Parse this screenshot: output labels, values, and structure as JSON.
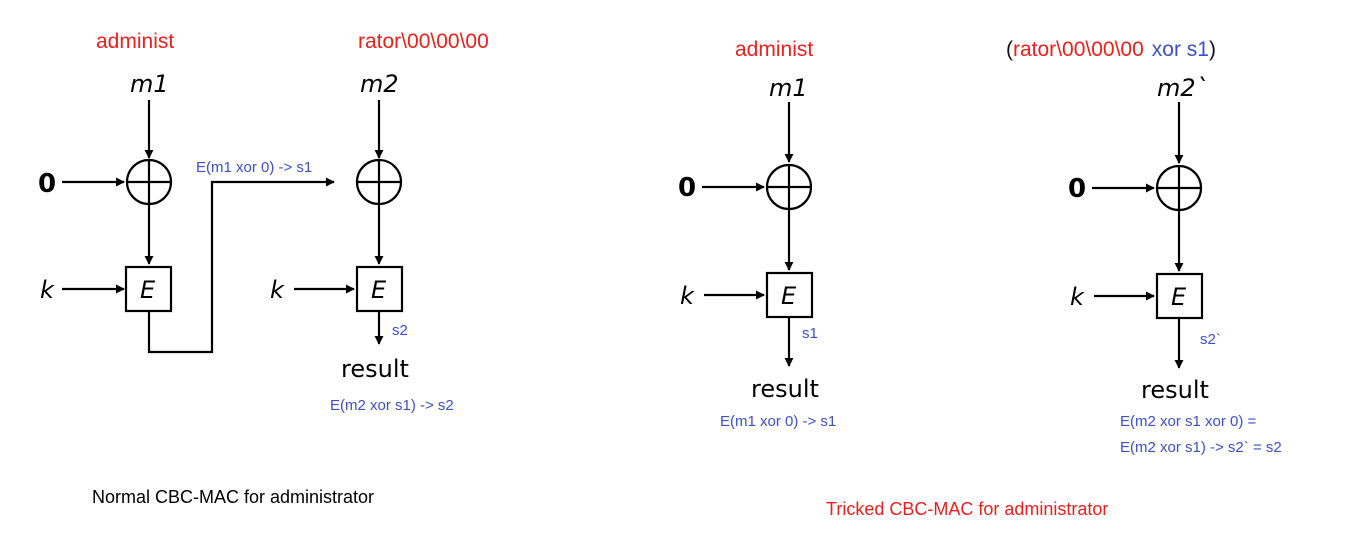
{
  "normal": {
    "m1_text": "administ",
    "m2_text": "rator\\00\\00\\00",
    "m1": "m1",
    "m2": "m2",
    "iv": "0",
    "k1": "k",
    "k2": "k",
    "e1": "E",
    "e2": "E",
    "link": "E(m1 xor 0) -> s1",
    "s2": "s2",
    "result": "result",
    "result_formula": "E(m2 xor s1) -> s2",
    "caption": "Normal CBC-MAC for administrator"
  },
  "tricked": {
    "m1_text": "administ",
    "m2_open": "(",
    "m2_text": "rator\\00\\00\\00",
    "m2_xor": "xor s1",
    "m2_close": ")",
    "b1": {
      "m": "m1",
      "iv": "0",
      "k": "k",
      "e": "E",
      "s": "s1",
      "result": "result",
      "formula": "E(m1 xor 0) -> s1"
    },
    "b2": {
      "m": "m2`",
      "iv": "0",
      "k": "k",
      "e": "E",
      "s": "s2`",
      "result": "result",
      "formula_1": "E(m2 xor s1 xor 0) =",
      "formula_2": "E(m2 xor s1) -> s2` = s2"
    },
    "caption": "Tricked CBC-MAC for administrator"
  },
  "colors": {
    "red": "#e8201e",
    "blue": "#3d4fc4",
    "black": "#000000"
  }
}
